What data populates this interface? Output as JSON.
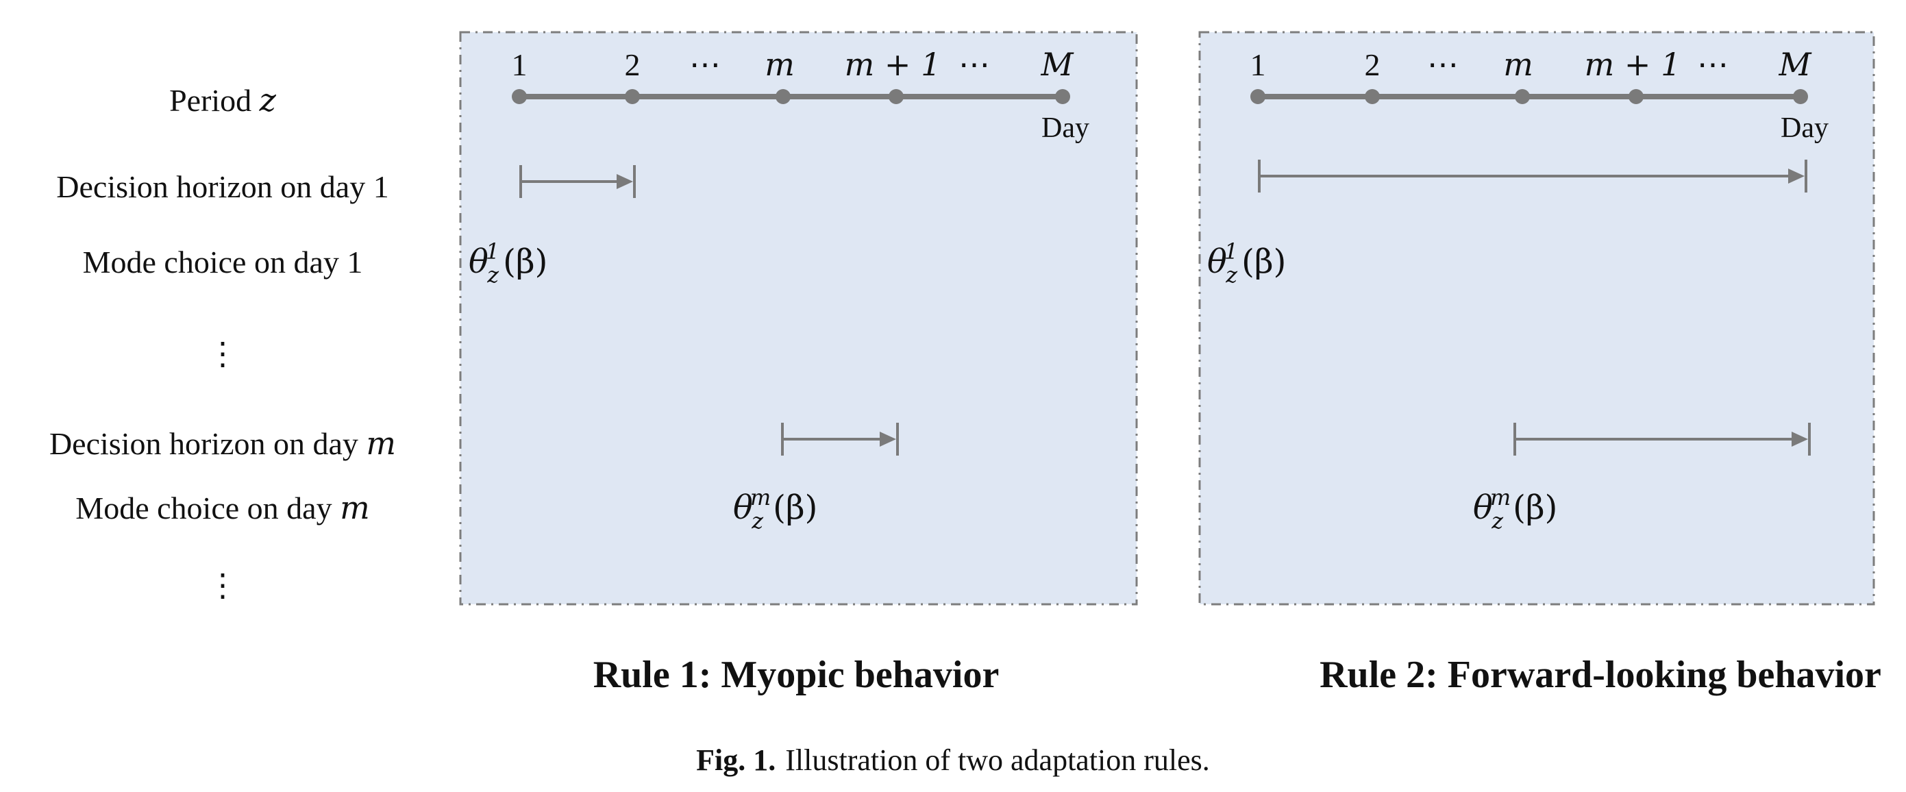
{
  "row_labels": {
    "period": "Period",
    "period_var": "z",
    "horizon_day1": "Decision horizon on day 1",
    "mode_day1": "Mode choice on day 1",
    "vdots_1": "⋮",
    "horizon_daym": "Decision horizon on day",
    "horizon_daym_var": "m",
    "mode_daym": "Mode choice on day",
    "mode_daym_var": "m",
    "vdots_2": "⋮"
  },
  "axis": {
    "ticks": [
      "1",
      "2",
      "⋯",
      "m",
      "m + 1",
      "⋯",
      "M"
    ],
    "day_label": "Day"
  },
  "theta": {
    "symbol": "θ",
    "sub": "z",
    "sup_day1": "1",
    "sup_daym": "m",
    "arg": "(β)"
  },
  "panels": [
    {
      "title": "Rule 1: Myopic behavior",
      "horizon_day1": {
        "from_tick": 1,
        "to_tick": 2
      },
      "horizon_daym": {
        "from_tick": "m",
        "to_tick": "m + 1"
      }
    },
    {
      "title": "Rule 2: Forward-looking behavior",
      "horizon_day1": {
        "from_tick": 1,
        "to_tick": "M"
      },
      "horizon_daym": {
        "from_tick": "m",
        "to_tick": "M"
      }
    }
  ],
  "caption": {
    "label": "Fig. 1.",
    "text": "Illustration of two adaptation rules."
  },
  "colors": {
    "panel_fill": "#dfe7f3",
    "panel_border": "#7d7d7d",
    "axis": "#7a7a7a",
    "text": "#111111"
  }
}
